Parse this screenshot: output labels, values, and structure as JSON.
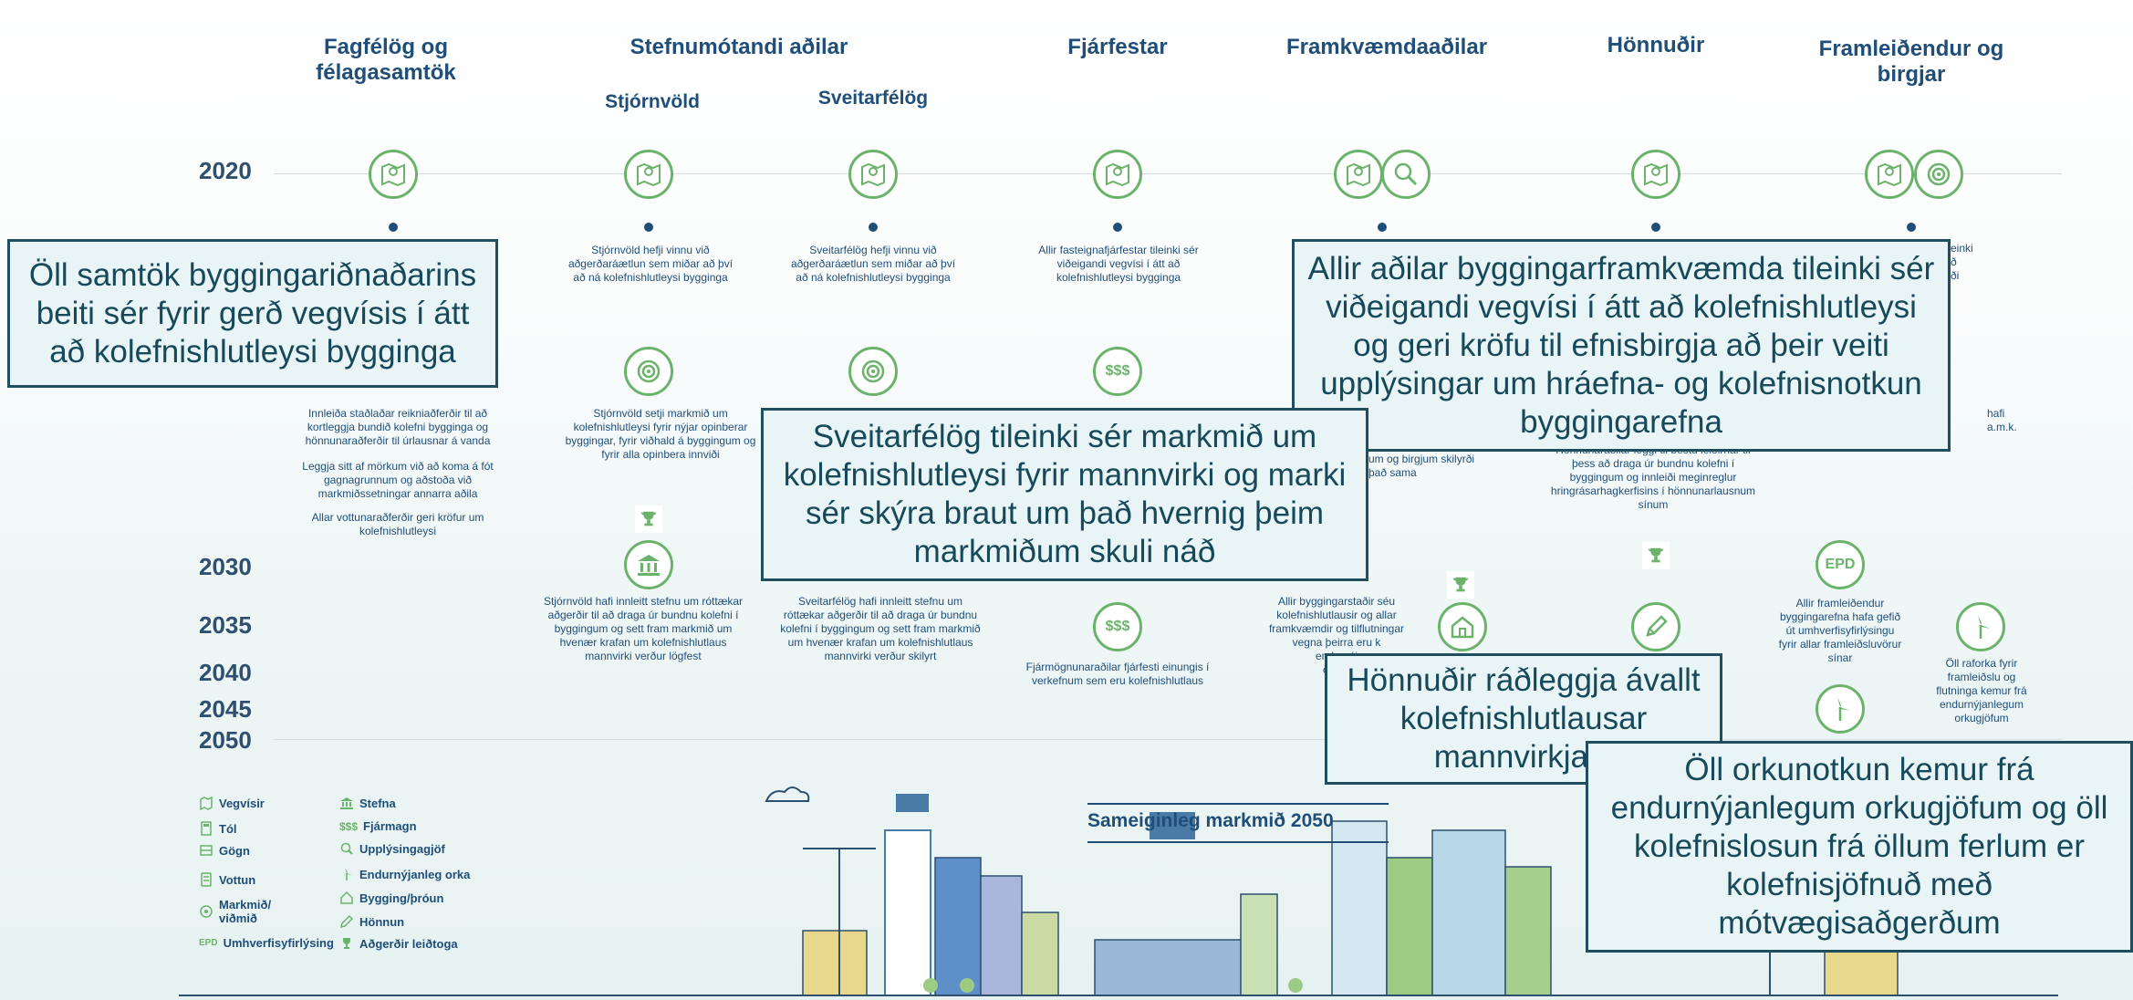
{
  "columns": {
    "fagfelog": "Fagfélög og\nfélagasamtök",
    "stefnumotandi": "Stefnumótandi aðilar",
    "stjornvold": "Stjórnvöld",
    "sveitarfelog": "Sveitarfélög",
    "fjarfestar": "Fjárfestar",
    "framkvaemdaadilar": "Framkvæmdaaðilar",
    "honnudir": "Hönnuðir",
    "framleidendur": "Framleiðendur og\nbirgjar"
  },
  "years": [
    "2020",
    "2030",
    "2035",
    "2040",
    "2045",
    "2050"
  ],
  "texts": {
    "stjornvold_2020": "Stjórnvöld hefji vinnu við aðgerðaráætlun sem miðar að því að ná kolefnishlutleysi bygginga",
    "sveitarfelog_2020": "Sveitarfélög hefji vinnu við aðgerðaráætlun sem miðar að því að ná kolefnishlutleysi bygginga",
    "fjarfestar_2020": "Allir fasteignafjárfestar tileinki sér viðeigandi vegvísi í átt að kolefnishlutleysi bygginga",
    "fagfelog_mid": "Innleiða staðlaðar reikniaðferðir til að kortleggja bundið kolefni bygginga og hönnunaraðferðir til úrlausnar á vanda",
    "fagfelog_mid2": "Leggja sitt af mörkum við að koma á fót gagnagrunnum og aðstoða við markmiðssetningar annarra aðila",
    "fagfelog_mid3": "Allar vottunaraðferðir geri kröfur um kolefnishlutleysi",
    "stjornvold_mid": "Stjórnvöld setji markmið um kolefnishlutleysi fyrir nýjar opinberar byggingar, fyrir viðhald á byggingum og fyrir alla opinbera innviði",
    "framkv_mid_frag": "um og birgjum skilyrði\nþað sama",
    "honnudir_mid": "Hönnunaraðilar leggi til bestu leiðirnar til þess að draga úr bundnu kolefni í byggingum og innleiði meginreglur hringrásarhagkerfisins í hönnunarlausnum sínum",
    "framl_2020_frag": "einki\nð\nði",
    "framl_mid_frag": "hafi\na.m.k.",
    "stjornvold_2030": "Stjórnvöld hafi innleitt stefnu um róttækar aðgerðir til að draga úr bundnu kolefni í byggingum og sett fram markmið um hvenær krafan um kolefnishlutlaus mannvirki verður lögfest",
    "sveitarfelog_2030": "Sveitarfélög hafi innleitt stefnu um róttækar aðgerðir til að draga úr bundnu kolefni í byggingum og sett fram markmið um hvenær krafan um kolefnishlutlaus mannvirki verður skilyrt",
    "fjarfestar_2035": "Fjármögnunaraðilar fjárfesti einungis í verkefnum sem eru kolefnishlutlaus",
    "framkv_2030": "Allir byggingarstaðir séu kolefnishlutlausir og allar framkvæmdir og tilflutningar vegna þeirra eru k\nendurnýj\norkug",
    "framl_2030": "Allir framleiðendur byggingarefna hafa gefið út umhverfisyfirlýsingu fyrir allar framleiðsluvörur sínar",
    "framl_2035": "Öll raforka fyrir framleiðslu og flutninga kemur frá endurnýjanlegum orkugjöfum",
    "epd": "EPD",
    "money": "$$$"
  },
  "callouts": {
    "c1": "Öll samtök byggingariðnaðarins beiti sér fyrir gerð vegvísis í átt að kolefnishlutleysi bygginga",
    "c2": "Allir aðilar byggingarframkvæmda tileinki sér viðeigandi vegvísi í átt að kolefnishlutleysi og geri kröfu til efnisbirgja að þeir veiti upplýsingar um hráefna- og kolefnisnotkun byggingarefna",
    "c3": "Sveitarfélög tileinki sér markmið um kolefnishlutleysi fyrir mannvirki og marki sér skýra braut um það hvernig þeim markmiðum skuli náð",
    "c4": "Hönnuðir ráðleggja ávallt kolefnishlutlausar mannvirkjala",
    "c5": "Öll orkunotkun kemur frá endurnýjanlegum orkugjöfum og öll kolefnislosun frá öllum ferlum er kolefnisjöfnuð með mótvægisaðgerðum"
  },
  "legend": {
    "col1": [
      "Vegvísir",
      "Tól",
      "Gögn",
      "Vottun",
      "Markmið/\nviðmið",
      "Umhverfisyfirlýsing"
    ],
    "col2": [
      "Stefna",
      "Fjármagn",
      "Upplýsingagjöf",
      "Endurnýjanleg orka",
      "Bygging/þróun",
      "Hönnun",
      "Aðgerðir leiðtoga"
    ],
    "epd_label": "EPD",
    "money_label": "$$$"
  },
  "goal": "Sameiginleg markmið 2050",
  "icons": [
    "map-icon",
    "magnifier-icon",
    "target-icon",
    "money-icon",
    "government-icon",
    "trophy-icon",
    "house-icon",
    "pencil-icon",
    "wind-turbine-icon",
    "epd-icon"
  ],
  "colors": {
    "navy": "#1f4e79",
    "green": "#6bb36b",
    "callout_bg": "#e9f4f6",
    "callout_border": "#1f4e5f"
  }
}
